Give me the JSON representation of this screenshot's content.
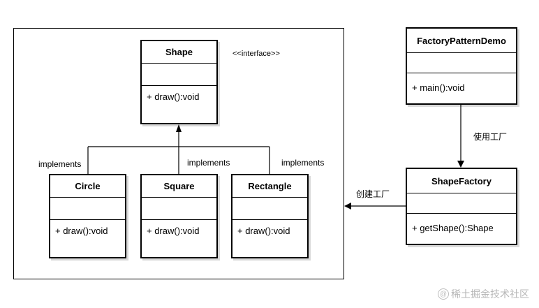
{
  "classes": {
    "shape": {
      "name": "Shape",
      "stereotype": "<<interface>>",
      "method": "+ draw():void"
    },
    "circle": {
      "name": "Circle",
      "method": "+ draw():void"
    },
    "square": {
      "name": "Square",
      "method": "+ draw():void"
    },
    "rectangle": {
      "name": "Rectangle",
      "method": "+ draw():void"
    },
    "demo": {
      "name": "FactoryPatternDemo",
      "method": "+ main():void"
    },
    "factory": {
      "name": "ShapeFactory",
      "method": "+ getShape():Shape"
    }
  },
  "relations": {
    "implements_circle": "implements",
    "implements_square": "implements",
    "implements_rectangle": "implements",
    "uses_factory": "使用工厂",
    "creates_factory": "创建工厂"
  },
  "watermark": {
    "text": "稀土掘金技术社区"
  }
}
